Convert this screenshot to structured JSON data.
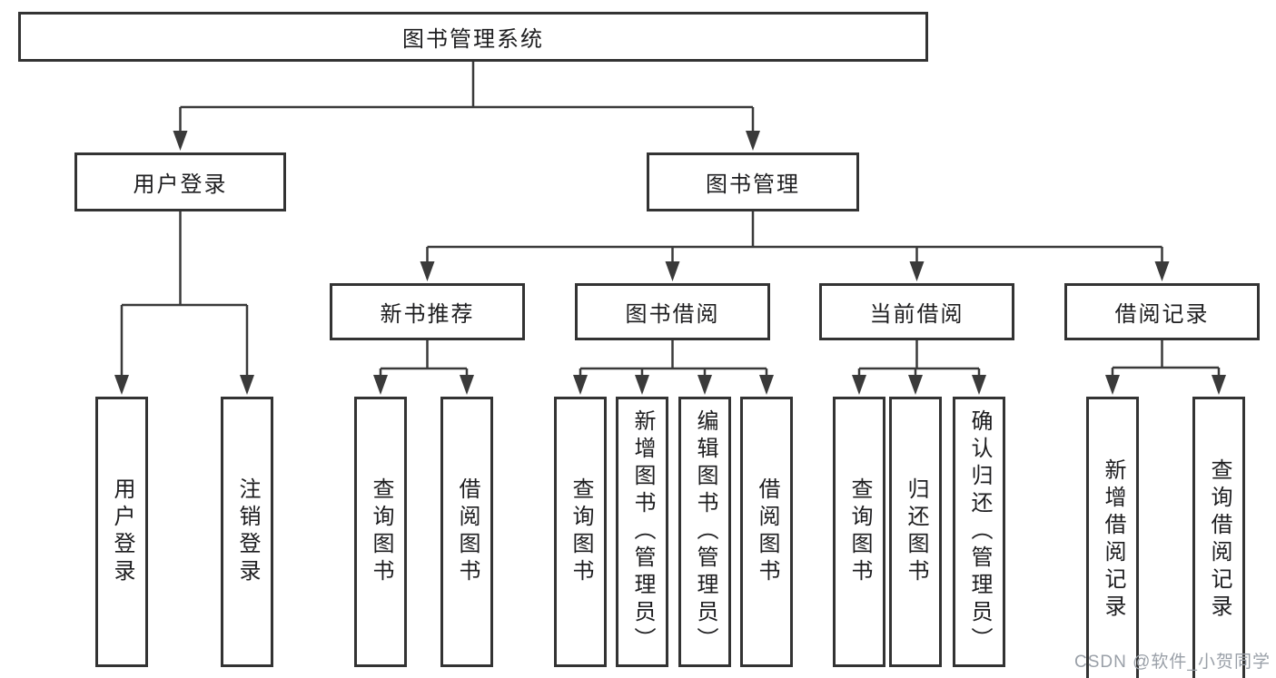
{
  "diagram": {
    "root": {
      "label": "图书管理系统"
    },
    "branches": [
      {
        "label": "用户登录",
        "children": [
          "用户登录",
          "注销登录"
        ]
      },
      {
        "label": "图书管理",
        "sections": [
          {
            "label": "新书推荐",
            "children": [
              "查询图书",
              "借阅图书"
            ]
          },
          {
            "label": "图书借阅",
            "children": [
              "查询图书",
              "新增图书（管理员）",
              "编辑图书（管理员）",
              "借阅图书"
            ]
          },
          {
            "label": "当前借阅",
            "children": [
              "查询图书",
              "归还图书",
              "确认归还（管理员）"
            ]
          },
          {
            "label": "借阅记录",
            "children": [
              "新增借阅记录",
              "查询借阅记录"
            ]
          }
        ]
      }
    ]
  },
  "watermark": "CSDN @软件_小贺同学",
  "colors": {
    "line": "#3a3a3a",
    "box_border": "#333333",
    "text": "#1d1d1f",
    "watermark": "#9aa0a8",
    "background": "#ffffff"
  }
}
